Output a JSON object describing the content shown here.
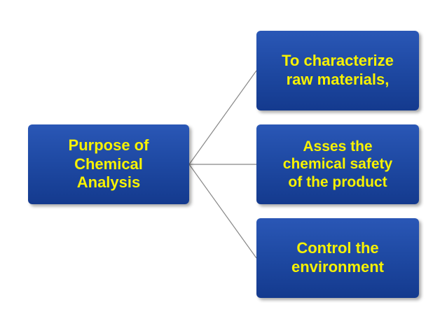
{
  "diagram": {
    "root": {
      "lines": [
        "Purpose of",
        "Chemical",
        "Analysis"
      ]
    },
    "children": [
      {
        "lines": [
          "To characterize",
          "raw materials,"
        ]
      },
      {
        "lines": [
          "Asses the",
          "chemical safety",
          "of the product"
        ]
      },
      {
        "lines": [
          "Control the",
          "environment"
        ]
      }
    ],
    "colors": {
      "box_fill": "#1f4aa4",
      "text": "#f7f200",
      "connector": "#888888"
    }
  }
}
